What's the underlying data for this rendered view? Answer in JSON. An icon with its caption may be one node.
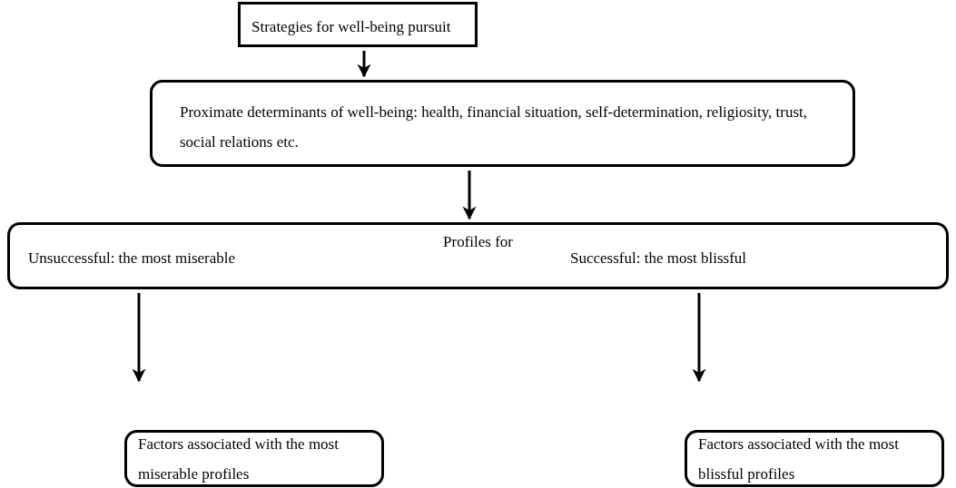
{
  "diagram": {
    "nodes": [
      {
        "text": [
          "Strategies for well-being pursuit"
        ]
      },
      {
        "text": [
          "Proximate determinants of well-being: health, financial situation, self-determination, religiosity, trust, social relations etc."
        ]
      },
      {
        "text": [
          "Profiles for",
          "Unsuccessful: the most miserable",
          "Successful: the most blissful"
        ]
      },
      {
        "text": [
          "Factors associated with the most miserable profiles"
        ]
      },
      {
        "text": [
          "Factors associated with the most blissful profiles"
        ]
      }
    ],
    "edges": [
      {
        "from": 0,
        "to": 1,
        "arrow": "to"
      },
      {
        "from": 1,
        "to": 2,
        "arrow": "to"
      },
      {
        "from": 2,
        "to": 3,
        "arrow": "to"
      },
      {
        "from": 2,
        "to": 4,
        "arrow": "to"
      }
    ]
  }
}
